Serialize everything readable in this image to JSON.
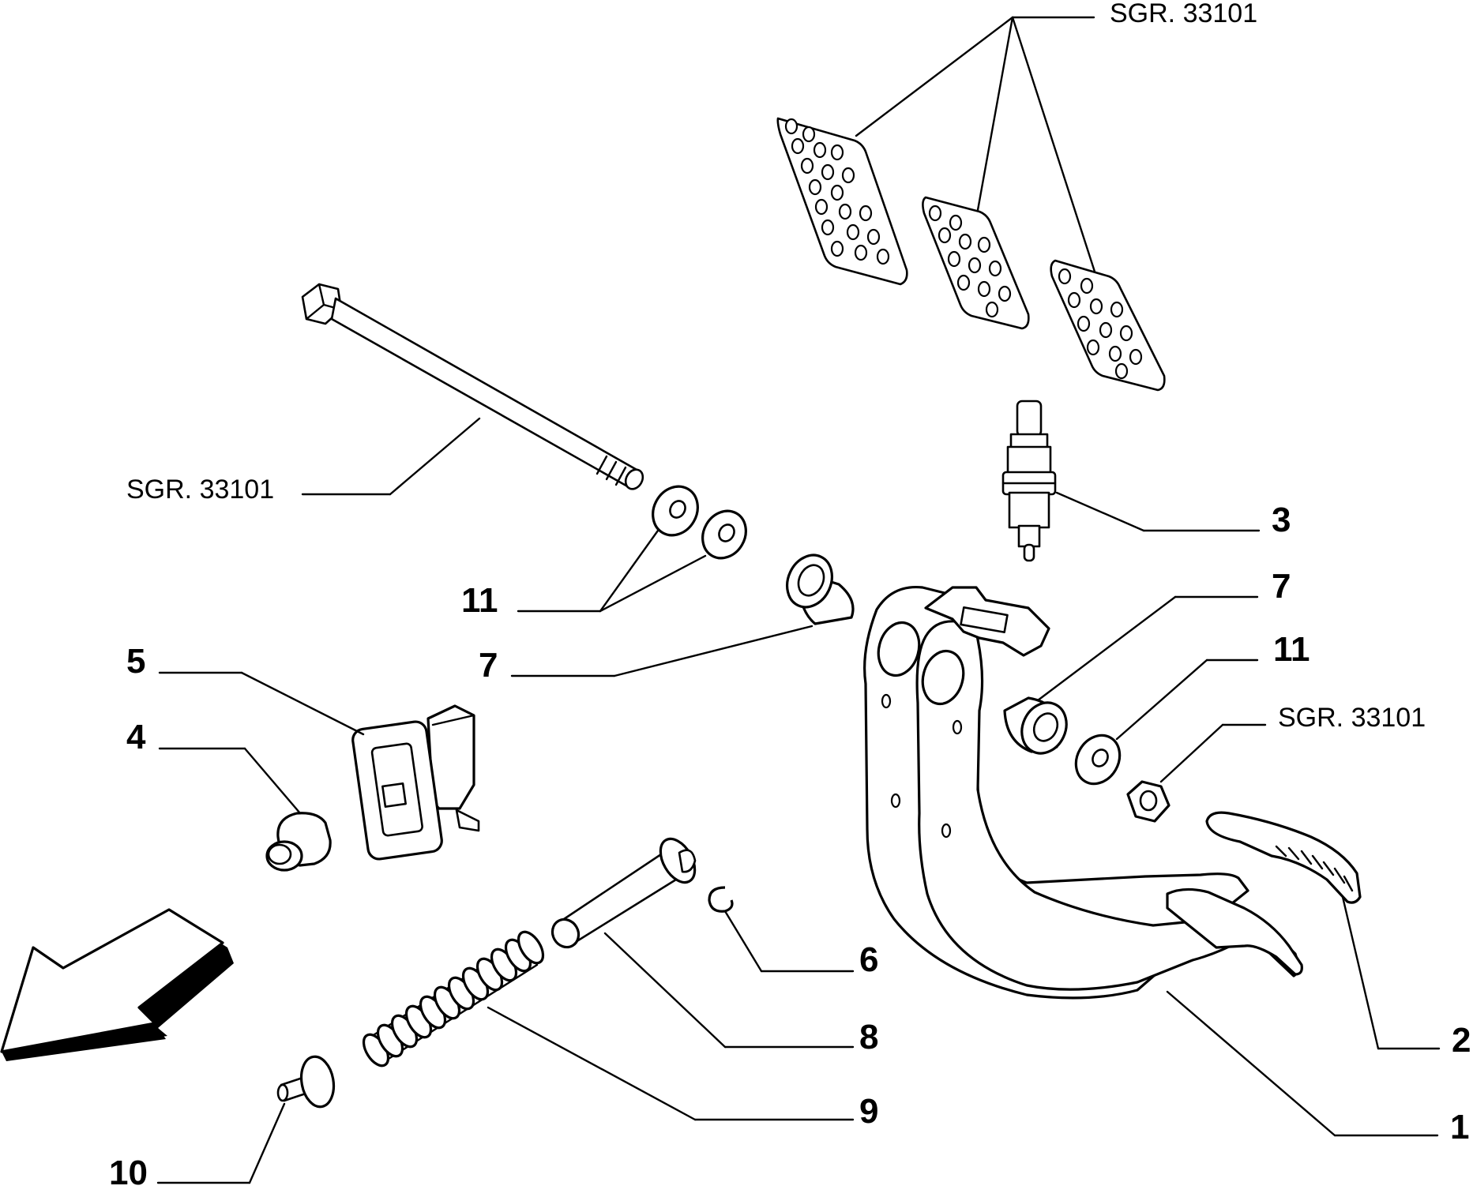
{
  "callouts": {
    "n1": "1",
    "n2": "2",
    "n3": "3",
    "n4": "4",
    "n5": "5",
    "n6": "6",
    "n7a": "7",
    "n7b": "7",
    "n8": "8",
    "n9": "9",
    "n10": "10",
    "n11a": "11",
    "n11b": "11"
  },
  "references": {
    "top": "SGR. 33101",
    "bolt": "SGR. 33101",
    "nut": "SGR. 33101"
  }
}
